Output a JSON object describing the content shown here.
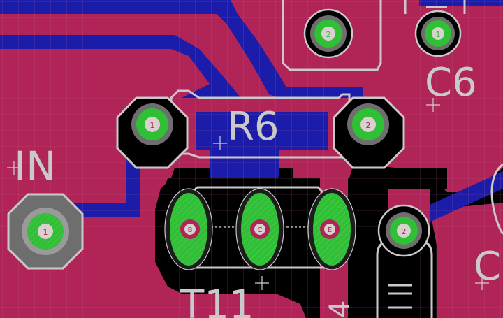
{
  "board": {
    "colors": {
      "top_copper": "#b02458",
      "bottom_copper": "#1c1caa",
      "background": "#000000",
      "pad_ring": "#6e6e6e",
      "pad_drill_ring": "#2fc035",
      "pad_center": "#d9d0d0",
      "silkscreen": "#c9c9c9",
      "grid": "#c07090"
    },
    "labels": {
      "in": "IN",
      "r6": "R6",
      "c6": "C6",
      "t11": "T11",
      "c_partial": "C",
      "four_partial": "4"
    },
    "pads": {
      "in": "1",
      "r6_left": "1",
      "r6_right": "2",
      "t11_e": "E",
      "t11_c": "C",
      "t11_b": "B",
      "top_left": "2",
      "top_right": "1",
      "right_cap": "2"
    }
  }
}
